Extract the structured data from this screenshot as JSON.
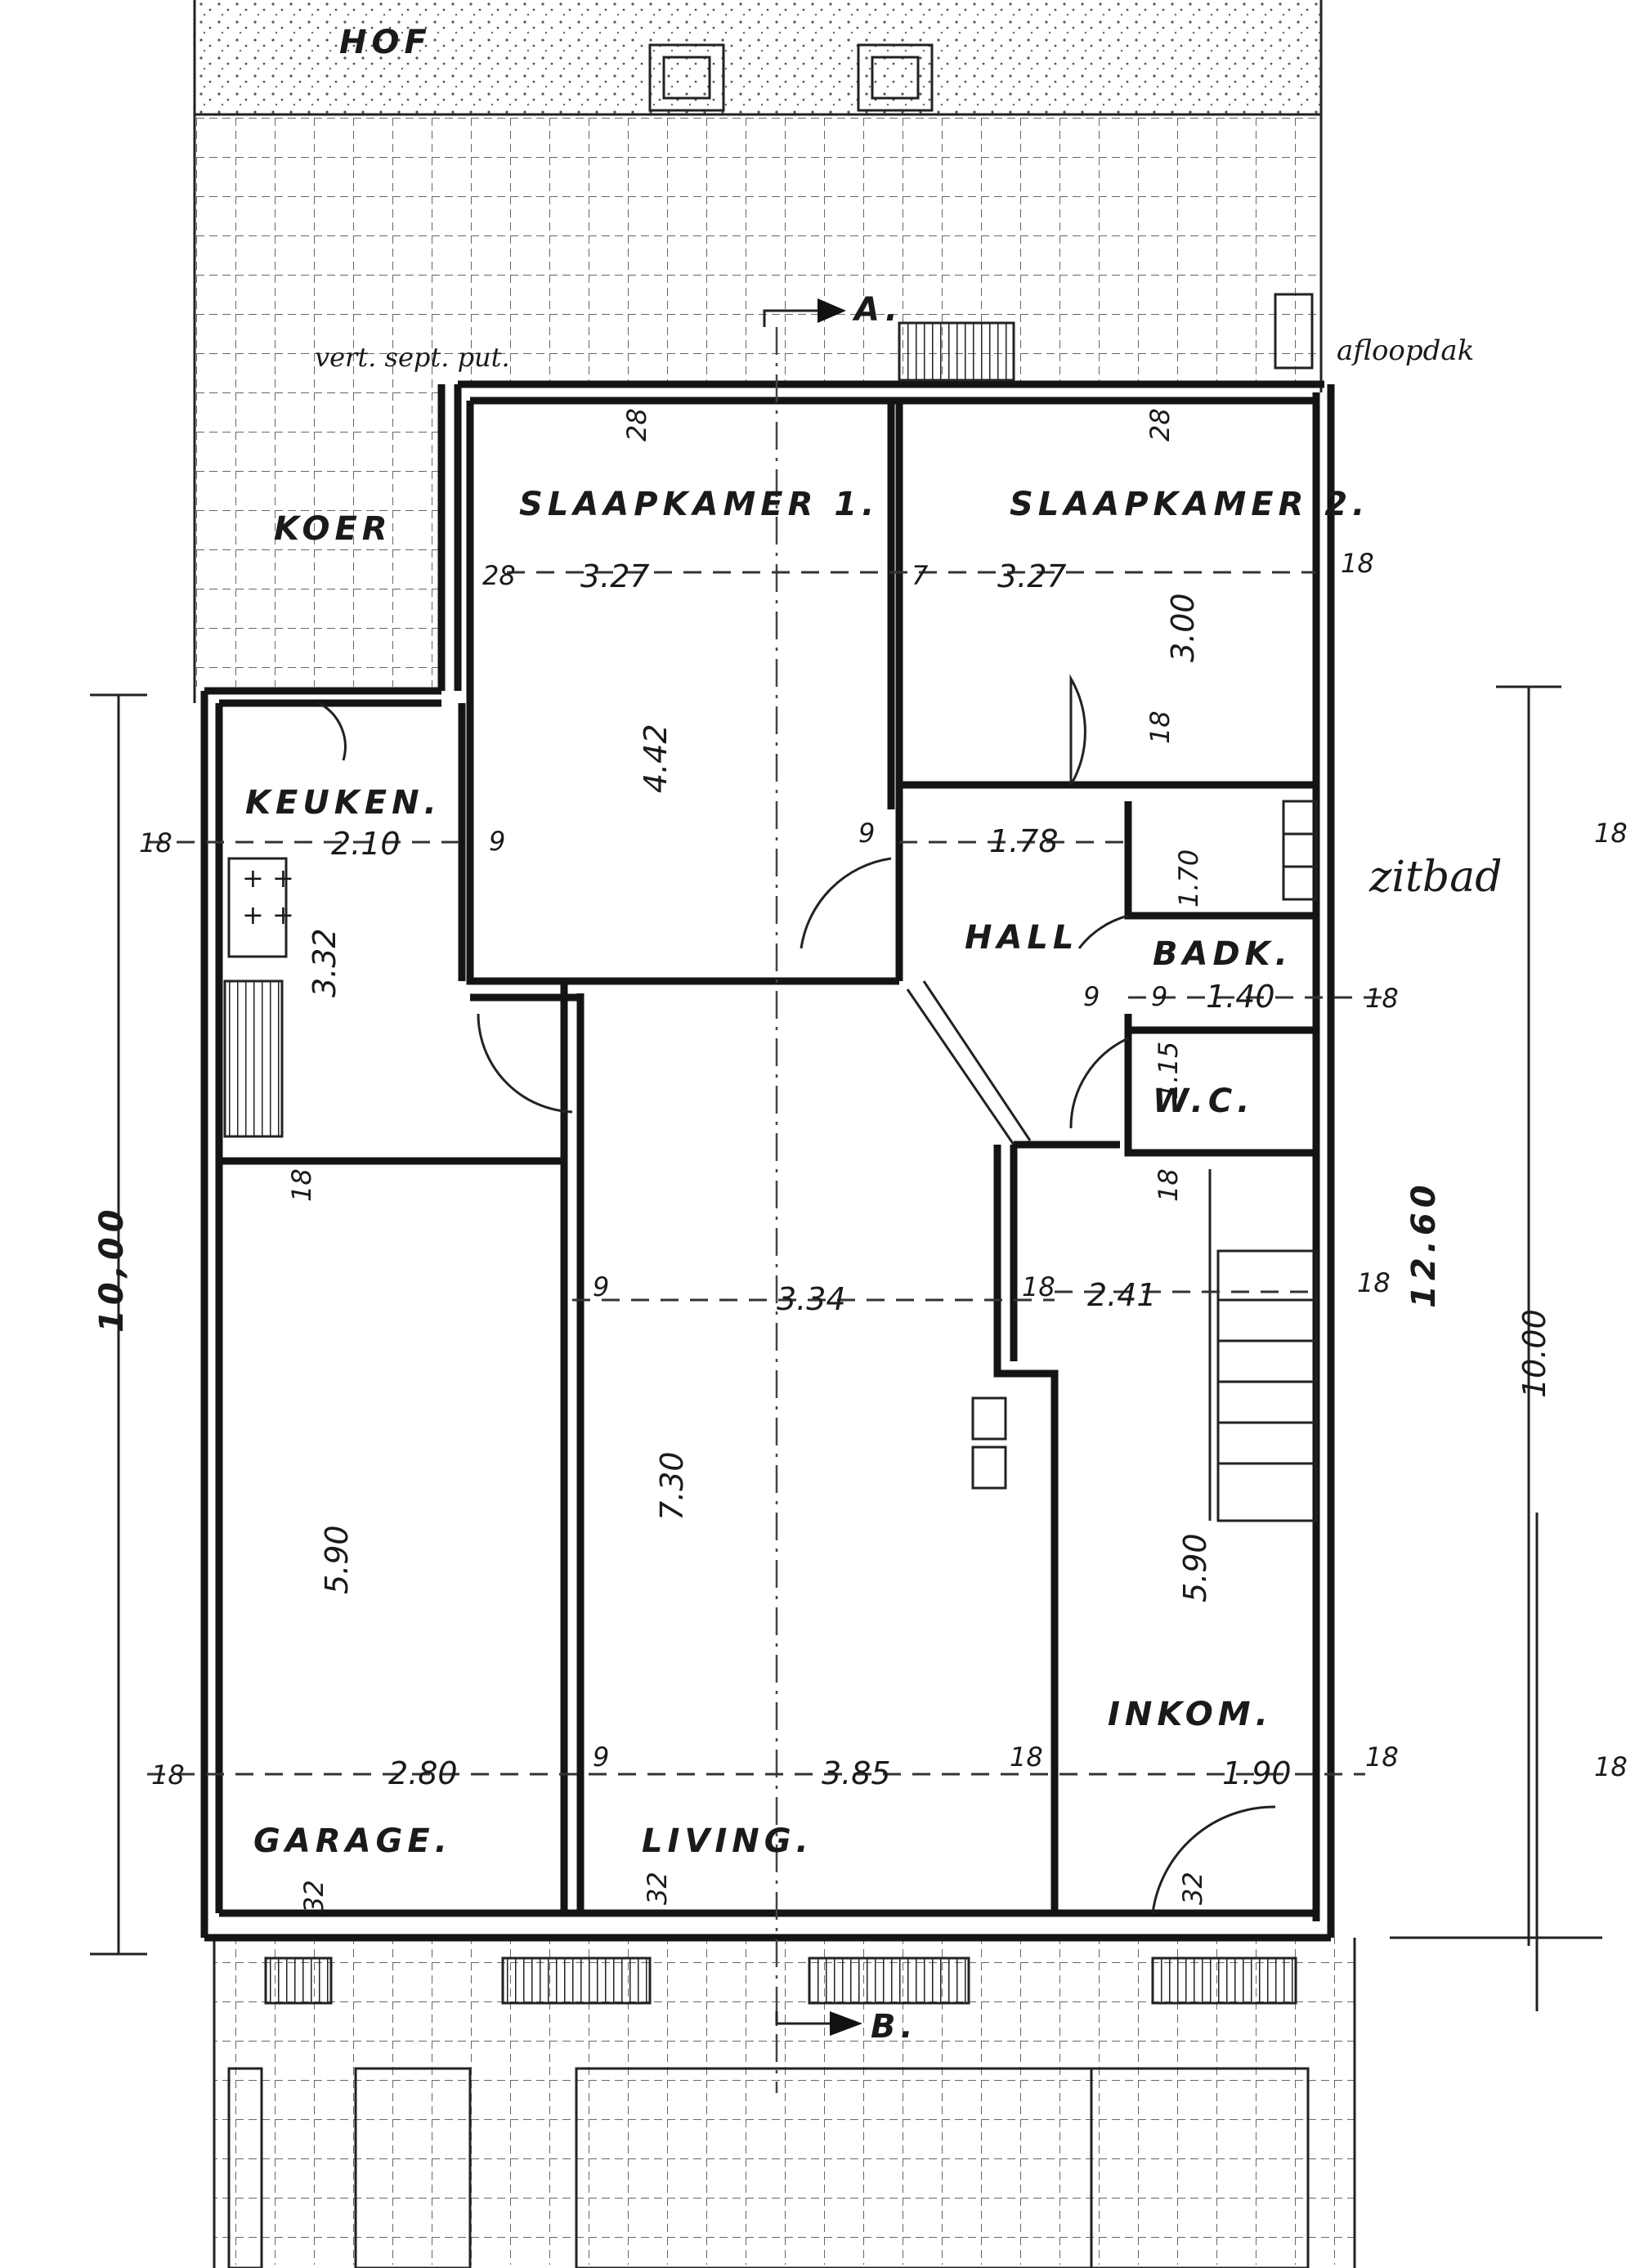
{
  "plan": {
    "outdoor": {
      "yard_label": "HOF",
      "courtyard_label": "KOER",
      "annotation": "vert. sept. put.",
      "downpipe_note": "afloopdak"
    },
    "sections": {
      "a_label": "A.",
      "b_label": "B."
    },
    "rooms": {
      "bedroom1": {
        "name": "SLAAPKAMER 1.",
        "width": "3.27",
        "depth": "4.42"
      },
      "bedroom2": {
        "name": "SLAAPKAMER 2.",
        "width": "3.27",
        "depth": "3.00"
      },
      "kitchen": {
        "name": "KEUKEN.",
        "width": "2.10",
        "depth": "3.32"
      },
      "hall": {
        "name": "HALL",
        "width": "1.78"
      },
      "bathroom": {
        "name": "BADK.",
        "width": "1.40",
        "depth": "1.70",
        "note": "zitbad"
      },
      "wc": {
        "name": "W.C.",
        "depth": "1.15"
      },
      "garage": {
        "name": "GARAGE.",
        "width": "2.80",
        "depth": "5.90"
      },
      "living": {
        "name": "LIVING.",
        "width_rear": "3.34",
        "width_front": "3.85",
        "depth": "7.30"
      },
      "entrance": {
        "name": "INKOM.",
        "width_rear": "2.41",
        "width_front": "1.90",
        "depth": "5.90"
      }
    },
    "overall": {
      "left_depth": "10,00",
      "right_depth": "10.00",
      "total_depth": "12.60"
    },
    "walls": {
      "w18": "18",
      "w28": "28",
      "w9": "9",
      "w7": "7",
      "w32": "32",
      "w18a": "18"
    }
  }
}
